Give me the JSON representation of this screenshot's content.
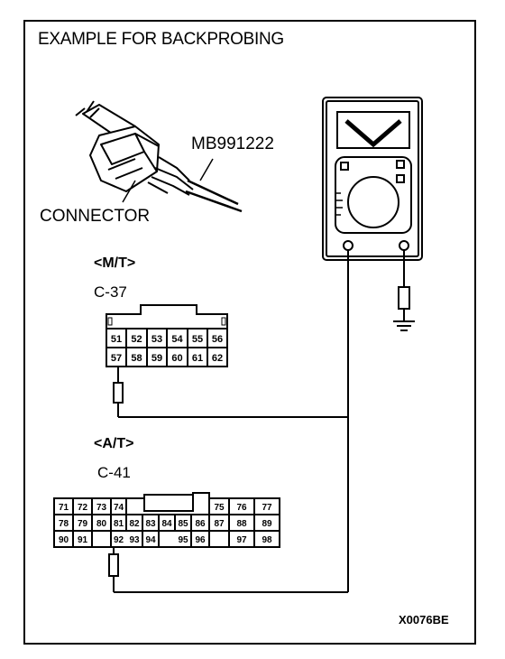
{
  "title": "EXAMPLE FOR BACKPROBING",
  "tool_label": "MB991222",
  "connector_label": "CONNECTOR",
  "mt": {
    "variant": "<M/T>",
    "connector_id": "C-37",
    "rows": [
      [
        "51",
        "52",
        "53",
        "54",
        "55",
        "56"
      ],
      [
        "57",
        "58",
        "59",
        "60",
        "61",
        "62"
      ]
    ]
  },
  "at": {
    "variant": "<A/T>",
    "connector_id": "C-41",
    "row1_left": [
      "71",
      "72",
      "73",
      "74"
    ],
    "row1_right": [
      "75",
      "76",
      "77"
    ],
    "row2": [
      "78",
      "79",
      "80",
      "81",
      "82",
      "83",
      "84",
      "85",
      "86",
      "87",
      "88",
      "89"
    ],
    "row3": [
      "90",
      "91",
      "",
      "92",
      "93",
      "94",
      "",
      "95",
      "96",
      "",
      "97",
      "98"
    ]
  },
  "meter_display": "V",
  "figure_code": "X0076BE"
}
